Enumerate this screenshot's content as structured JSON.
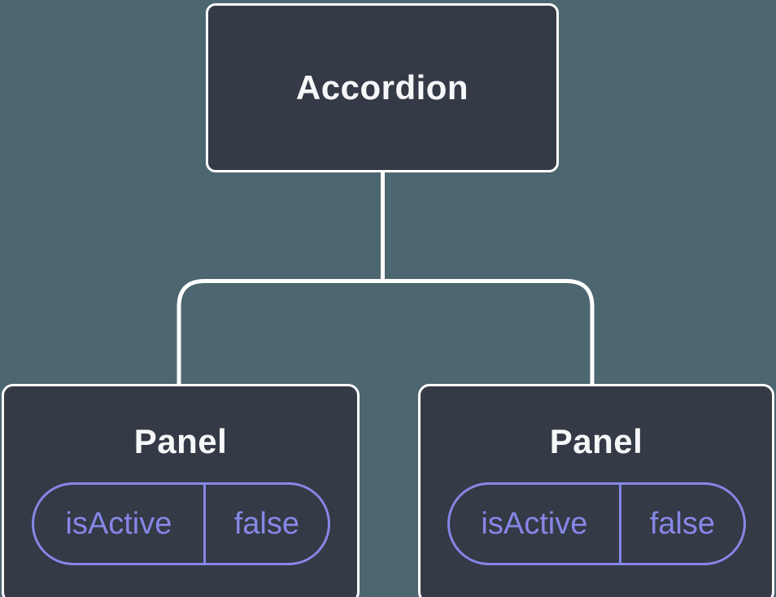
{
  "tree": {
    "root": {
      "label": "Accordion"
    },
    "children": [
      {
        "label": "Panel",
        "state": {
          "key": "isActive",
          "value": "false"
        }
      },
      {
        "label": "Panel",
        "state": {
          "key": "isActive",
          "value": "false"
        }
      }
    ],
    "colors": {
      "background": "#4d6770",
      "node_fill": "#343a46",
      "node_border": "#ffffff",
      "connector": "#ffffff",
      "node_text": "#f6f7f9",
      "state_accent": "#8687e6"
    }
  }
}
